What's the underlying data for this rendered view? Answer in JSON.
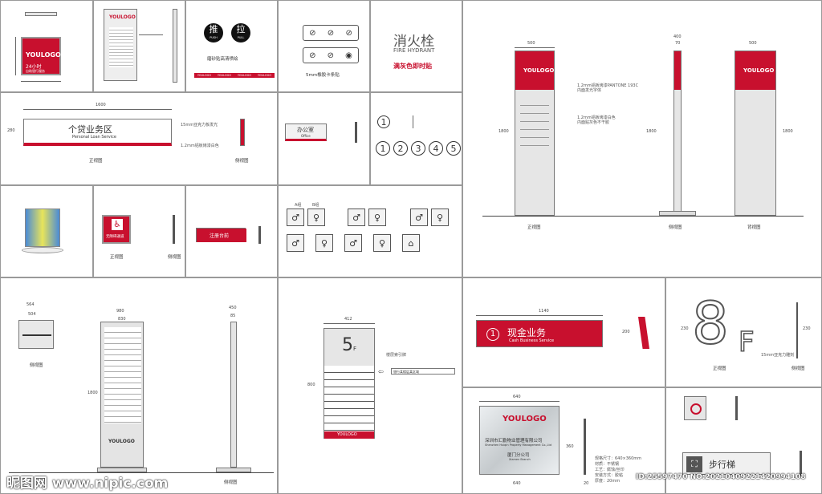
{
  "brand_logo": "YOULOGO",
  "panels": {
    "hanging_sign": {
      "hours": "24小时",
      "hours_sub": "自助银行服务"
    },
    "door_push_pull": {
      "push": "推",
      "push_en": "PUSH",
      "pull": "拉",
      "pull_en": "PULL",
      "note": "磨砂贴高清喷绘",
      "strip": [
        "YOULOGO",
        "YOULOGO",
        "YOULOGO",
        "YOULOGO"
      ]
    },
    "prohibited_icons": {
      "caption": "5mm橡胶卡条贴"
    },
    "fire_hydrant": {
      "title": "消火栓",
      "title_en": "FIRE HYDRANT",
      "note": "满灰色即时贴"
    },
    "loan_area": {
      "width_dim": "1600",
      "height_dim": "280",
      "title": "个贷业务区",
      "title_en": "Personal Loan Service",
      "note1": "15mm亚克力板发光",
      "note2": "1.2mm铝板烤漆白色",
      "front_caption": "正视图",
      "side_caption": "侧视图"
    },
    "office_sign": {
      "title": "办公室",
      "sub": "Office"
    },
    "numbers": {
      "first": "1",
      "items": [
        "1",
        "2",
        "3",
        "4",
        "5"
      ]
    },
    "accessible": {
      "title": "无障碍通道",
      "caption_front": "正视图",
      "caption_side": "侧视图"
    },
    "register_desk": {
      "title": "注册台前"
    },
    "restroom_icons": {
      "label_a": "A组",
      "label_b": "B组"
    },
    "directory_pillar": {
      "w1": "564",
      "w2": "504",
      "h": "1800",
      "w3": "980",
      "w4": "830",
      "w5": "450",
      "w6": "85",
      "side_caption": "侧视图",
      "back_caption": "侧视图"
    },
    "floor_guide": {
      "width": "412",
      "height": "800",
      "floor": "5",
      "floor_unit": "F",
      "note": "楼层索引牌",
      "pointer": "银行某楼层某区域"
    },
    "totem": {
      "w_front": "500",
      "w_side": "400",
      "w_back": "500",
      "h": "1800",
      "side_w_inner": "70",
      "note1": "1.2mm铝板烤漆PANTONE 193C",
      "note1b": "内面发光字体",
      "note2": "1.2mm铝板烤漆白色",
      "note2b": "内面贴灰色不干胶",
      "front_caption": "正视图",
      "side_caption": "侧视图",
      "back_caption": "背视图"
    },
    "cash_business": {
      "width": "1140",
      "height": "200",
      "num": "1",
      "title": "现金业务",
      "title_en": "Cash Business Service"
    },
    "floor_8f": {
      "height": "230",
      "height2": "230",
      "floor": "8",
      "unit": "F",
      "note": "15mm亚克力雕刻",
      "caption_front": "正视图",
      "caption_side": "侧视图"
    },
    "company_plate": {
      "w": "640",
      "h": "360",
      "company": "深圳市汇勤物业管理有限公司",
      "company_en": "Shenzhen Huiqin Property Management Co.,Ltd",
      "branch": "厦门分公司",
      "branch_en": "Xiamen Branch",
      "spec1": "规格尺寸：640×360mm",
      "spec2": "材质：不锈钢",
      "spec3": "工艺：腐蚀/丝印",
      "spec4": "安装方式：胶粘",
      "spec5": "厚度：20mm",
      "thick": "20"
    },
    "stair_sign": {
      "title": "步行梯"
    }
  },
  "watermark": {
    "site": "昵图网 www.nipic.com",
    "id": "ID:25597470 NO:20210409221420994108"
  },
  "colors": {
    "red": "#c8102e",
    "gray": "#e6e6e6",
    "border": "#9a9a9a"
  }
}
